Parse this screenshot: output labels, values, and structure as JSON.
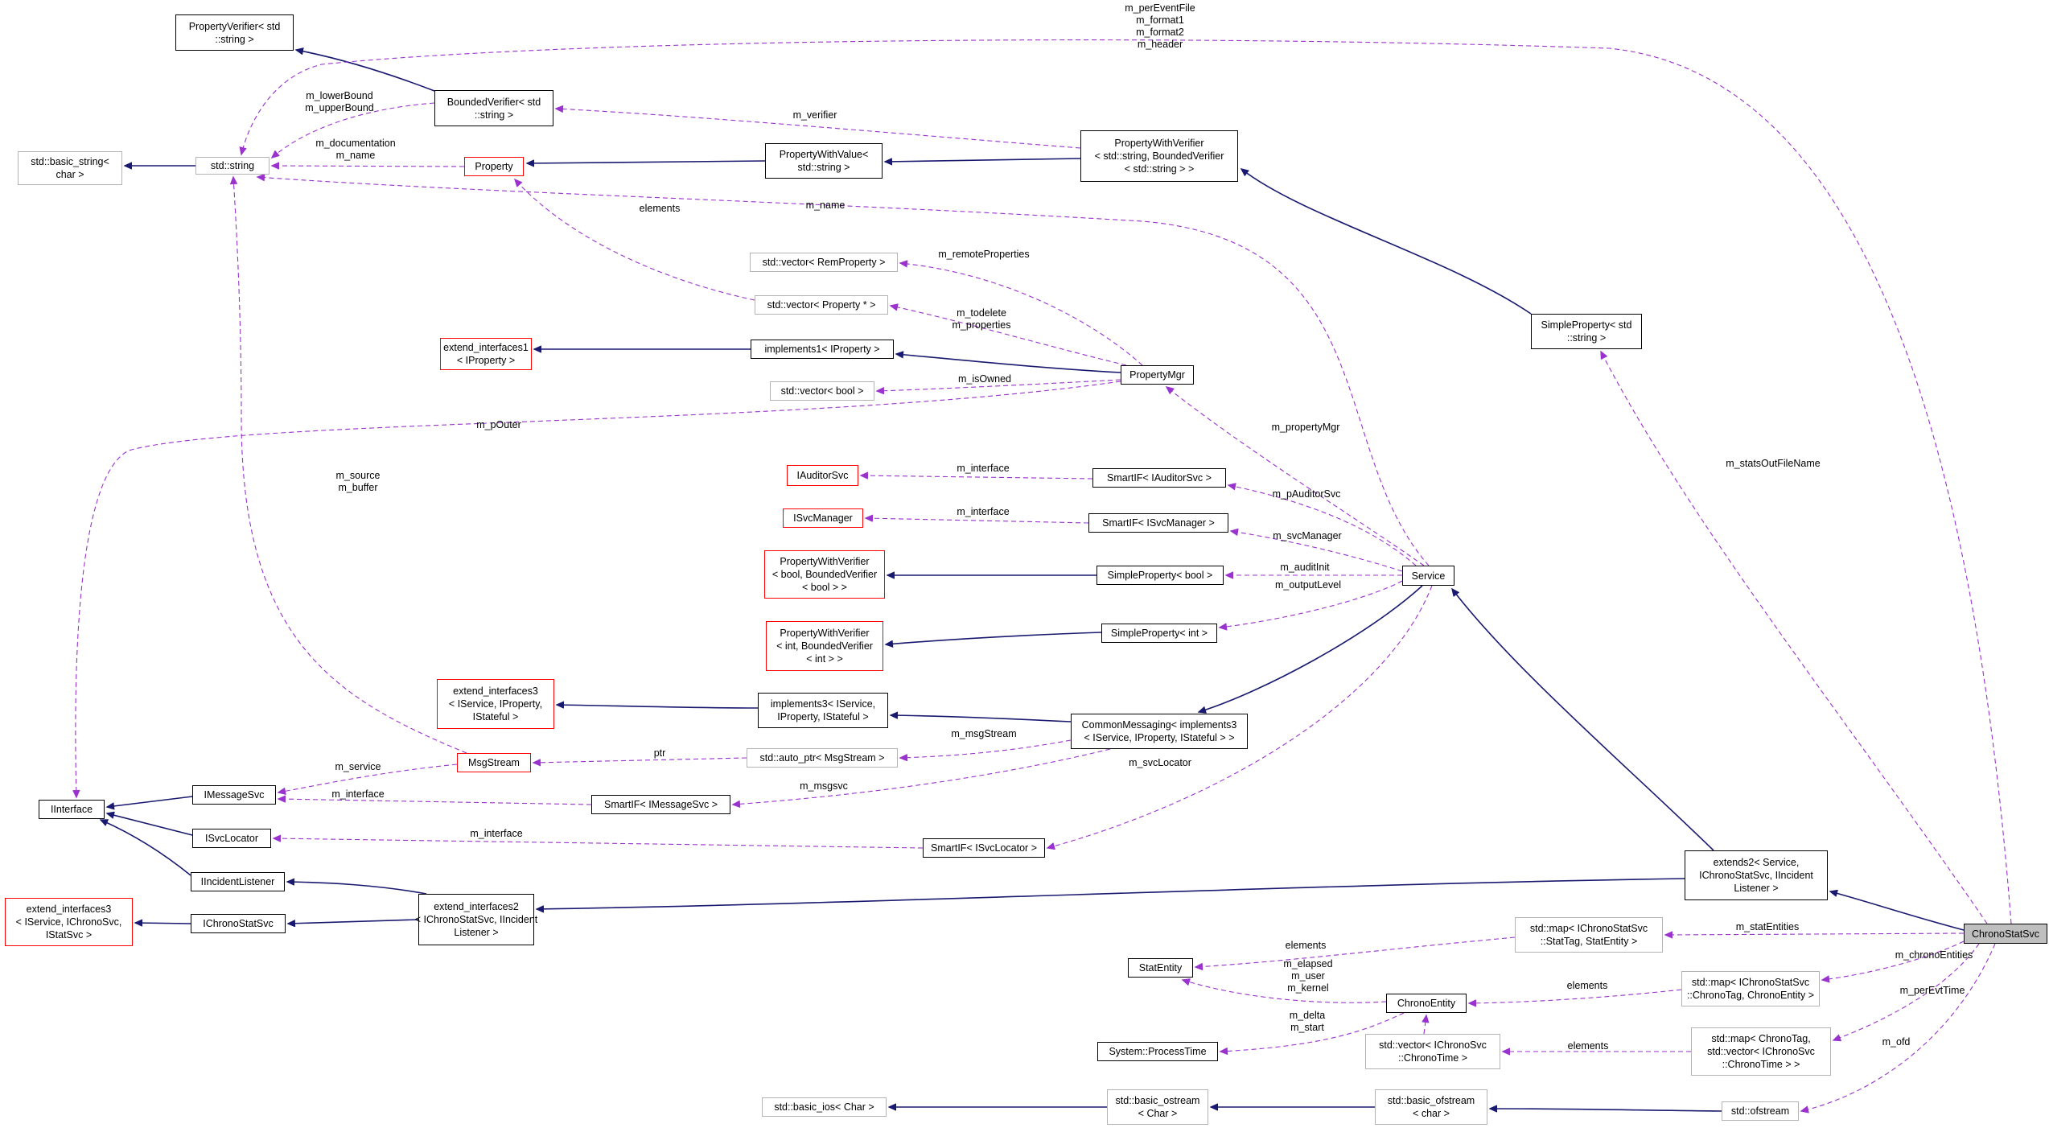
{
  "diagram": {
    "nodes": [
      {
        "id": "pv",
        "lines": [
          "PropertyVerifier< std",
          "::string >"
        ],
        "kind": "normal"
      },
      {
        "id": "bv",
        "lines": [
          "BoundedVerifier< std",
          "::string >"
        ],
        "kind": "normal"
      },
      {
        "id": "bs",
        "lines": [
          "std::basic_string<",
          "char >"
        ],
        "kind": "gray"
      },
      {
        "id": "ss",
        "lines": [
          "std::string"
        ],
        "kind": "gray"
      },
      {
        "id": "prop",
        "lines": [
          "Property"
        ],
        "kind": "red"
      },
      {
        "id": "pwvs",
        "lines": [
          "PropertyWithValue<",
          "std::string >"
        ],
        "kind": "normal"
      },
      {
        "id": "pwv",
        "lines": [
          "PropertyWithVerifier",
          "< std::string, BoundedVerifier",
          "< std::string > >"
        ],
        "kind": "normal"
      },
      {
        "id": "vrp",
        "lines": [
          "std::vector< RemProperty >"
        ],
        "kind": "gray"
      },
      {
        "id": "vpp",
        "lines": [
          "std::vector< Property * >"
        ],
        "kind": "gray"
      },
      {
        "id": "ei1",
        "lines": [
          "extend_interfaces1",
          "< IProperty >"
        ],
        "kind": "red"
      },
      {
        "id": "imp1",
        "lines": [
          "implements1< IProperty >"
        ],
        "kind": "normal"
      },
      {
        "id": "vb",
        "lines": [
          "std::vector< bool >"
        ],
        "kind": "gray"
      },
      {
        "id": "pm",
        "lines": [
          "PropertyMgr"
        ],
        "kind": "normal"
      },
      {
        "id": "sps",
        "lines": [
          "SimpleProperty< std",
          "::string >"
        ],
        "kind": "normal"
      },
      {
        "id": "ias",
        "lines": [
          "IAuditorSvc"
        ],
        "kind": "red"
      },
      {
        "id": "siias",
        "lines": [
          "SmartIF< IAuditorSvc >"
        ],
        "kind": "normal"
      },
      {
        "id": "isvm",
        "lines": [
          "ISvcManager"
        ],
        "kind": "red"
      },
      {
        "id": "siism",
        "lines": [
          "SmartIF< ISvcManager >"
        ],
        "kind": "normal"
      },
      {
        "id": "pwvb",
        "lines": [
          "PropertyWithVerifier",
          "< bool, BoundedVerifier",
          "< bool > >"
        ],
        "kind": "red"
      },
      {
        "id": "spb",
        "lines": [
          "SimpleProperty< bool >"
        ],
        "kind": "normal"
      },
      {
        "id": "svc",
        "lines": [
          "Service"
        ],
        "kind": "normal"
      },
      {
        "id": "pwvi",
        "lines": [
          "PropertyWithVerifier",
          "< int, BoundedVerifier",
          "< int > >"
        ],
        "kind": "red"
      },
      {
        "id": "spi",
        "lines": [
          "SimpleProperty< int >"
        ],
        "kind": "normal"
      },
      {
        "id": "ei3a",
        "lines": [
          "extend_interfaces3",
          "< IService, IProperty,",
          "IStateful >"
        ],
        "kind": "red"
      },
      {
        "id": "imp3",
        "lines": [
          "implements3< IService,",
          "IProperty, IStateful >"
        ],
        "kind": "normal"
      },
      {
        "id": "cm",
        "lines": [
          "CommonMessaging< implements3",
          "< IService, IProperty, IStateful > >"
        ],
        "kind": "normal"
      },
      {
        "id": "ms",
        "lines": [
          "MsgStream"
        ],
        "kind": "red"
      },
      {
        "id": "apms",
        "lines": [
          "std::auto_ptr< MsgStream >"
        ],
        "kind": "gray"
      },
      {
        "id": "iface",
        "lines": [
          "IInterface"
        ],
        "kind": "normal"
      },
      {
        "id": "ims",
        "lines": [
          "IMessageSvc"
        ],
        "kind": "normal"
      },
      {
        "id": "siims",
        "lines": [
          "SmartIF< IMessageSvc >"
        ],
        "kind": "normal"
      },
      {
        "id": "isl",
        "lines": [
          "ISvcLocator"
        ],
        "kind": "normal"
      },
      {
        "id": "siisl",
        "lines": [
          "SmartIF< ISvcLocator >"
        ],
        "kind": "normal"
      },
      {
        "id": "iil",
        "lines": [
          "IIncidentListener"
        ],
        "kind": "normal"
      },
      {
        "id": "ei3b",
        "lines": [
          "extend_interfaces3",
          "< IService, IChronoSvc,",
          "IStatSvc >"
        ],
        "kind": "red"
      },
      {
        "id": "icss",
        "lines": [
          "IChronoStatSvc"
        ],
        "kind": "normal"
      },
      {
        "id": "ei2",
        "lines": [
          "extend_interfaces2",
          "< IChronoStatSvc, IIncident",
          "Listener >"
        ],
        "kind": "normal"
      },
      {
        "id": "ext2",
        "lines": [
          "extends2< Service,",
          "IChronoStatSvc, IIncident",
          "Listener >"
        ],
        "kind": "normal"
      },
      {
        "id": "csvc",
        "lines": [
          "ChronoStatSvc"
        ],
        "kind": "focus"
      },
      {
        "id": "mst",
        "lines": [
          "std::map< IChronoStatSvc",
          "::StatTag, StatEntity >"
        ],
        "kind": "gray"
      },
      {
        "id": "se",
        "lines": [
          "StatEntity"
        ],
        "kind": "normal"
      },
      {
        "id": "mct",
        "lines": [
          "std::map< IChronoStatSvc",
          "::ChronoTag, ChronoEntity >"
        ],
        "kind": "gray"
      },
      {
        "id": "ce",
        "lines": [
          "ChronoEntity"
        ],
        "kind": "normal"
      },
      {
        "id": "spt",
        "lines": [
          "System::ProcessTime"
        ],
        "kind": "normal"
      },
      {
        "id": "vct",
        "lines": [
          "std::vector< IChronoSvc",
          "::ChronoTime >"
        ],
        "kind": "gray"
      },
      {
        "id": "mcv",
        "lines": [
          "std::map< ChronoTag,",
          "std::vector< IChronoSvc",
          "::ChronoTime > >"
        ],
        "kind": "gray"
      },
      {
        "id": "bios",
        "lines": [
          "std::basic_ios< Char >"
        ],
        "kind": "gray"
      },
      {
        "id": "bos",
        "lines": [
          "std::basic_ostream",
          "< Char >"
        ],
        "kind": "gray"
      },
      {
        "id": "bofs",
        "lines": [
          "std::basic_ofstream",
          "< char >"
        ],
        "kind": "gray"
      },
      {
        "id": "ofs",
        "lines": [
          "std::ofstream"
        ],
        "kind": "gray"
      }
    ],
    "edges": [
      {
        "from": "bv",
        "to": "pv",
        "type": "inherit",
        "label": []
      },
      {
        "from": "ss",
        "to": "bs",
        "type": "inherit",
        "label": []
      },
      {
        "from": "pwvs",
        "to": "prop",
        "type": "inherit",
        "label": []
      },
      {
        "from": "pwv",
        "to": "pwvs",
        "type": "inherit",
        "label": []
      },
      {
        "from": "sps",
        "to": "pwv",
        "type": "inherit",
        "label": []
      },
      {
        "from": "imp1",
        "to": "ei1",
        "type": "inherit",
        "label": []
      },
      {
        "from": "pm",
        "to": "imp1",
        "type": "inherit",
        "label": []
      },
      {
        "from": "spb",
        "to": "pwvb",
        "type": "inherit",
        "label": []
      },
      {
        "from": "spi",
        "to": "pwvi",
        "type": "inherit",
        "label": []
      },
      {
        "from": "imp3",
        "to": "ei3a",
        "type": "inherit",
        "label": []
      },
      {
        "from": "cm",
        "to": "imp3",
        "type": "inherit",
        "label": []
      },
      {
        "from": "svc",
        "to": "cm",
        "type": "inherit",
        "label": []
      },
      {
        "from": "ims",
        "to": "iface",
        "type": "inherit",
        "label": []
      },
      {
        "from": "isl",
        "to": "iface",
        "type": "inherit",
        "label": []
      },
      {
        "from": "iil",
        "to": "iface",
        "type": "inherit",
        "label": []
      },
      {
        "from": "icss",
        "to": "ei3b",
        "type": "inherit",
        "label": []
      },
      {
        "from": "ei2",
        "to": "icss",
        "type": "inherit",
        "label": []
      },
      {
        "from": "ei2",
        "to": "iil",
        "type": "inherit",
        "label": []
      },
      {
        "from": "ext2",
        "to": "ei2",
        "type": "inherit",
        "label": []
      },
      {
        "from": "ext2",
        "to": "svc",
        "type": "inherit",
        "label": []
      },
      {
        "from": "csvc",
        "to": "ext2",
        "type": "inherit",
        "label": []
      },
      {
        "from": "bos",
        "to": "bios",
        "type": "inherit",
        "label": []
      },
      {
        "from": "bofs",
        "to": "bos",
        "type": "inherit",
        "label": []
      },
      {
        "from": "ofs",
        "to": "bofs",
        "type": "inherit",
        "label": []
      },
      {
        "from": "bv",
        "to": "ss",
        "type": "use",
        "label": [
          "m_lowerBound",
          "m_upperBound"
        ]
      },
      {
        "from": "pwv",
        "to": "bv",
        "type": "use",
        "label": [
          "m_verifier"
        ]
      },
      {
        "from": "prop",
        "to": "ss",
        "type": "use",
        "label": [
          "m_documentation",
          "m_name"
        ]
      },
      {
        "from": "svc",
        "to": "ss",
        "type": "use",
        "label": [
          "m_name"
        ]
      },
      {
        "from": "vpp",
        "to": "prop",
        "type": "use",
        "label": [
          "elements"
        ]
      },
      {
        "from": "pm",
        "to": "vrp",
        "type": "use",
        "label": [
          "m_remoteProperties"
        ]
      },
      {
        "from": "pm",
        "to": "vpp",
        "type": "use",
        "label": [
          "m_todelete",
          "m_properties"
        ]
      },
      {
        "from": "pm",
        "to": "vb",
        "type": "use",
        "label": [
          "m_isOwned"
        ]
      },
      {
        "from": "pm",
        "to": "iface",
        "type": "use",
        "label": [
          "m_pOuter"
        ]
      },
      {
        "from": "svc",
        "to": "pm",
        "type": "use",
        "label": [
          "m_propertyMgr"
        ]
      },
      {
        "from": "siias",
        "to": "ias",
        "type": "use",
        "label": [
          "m_interface"
        ]
      },
      {
        "from": "svc",
        "to": "siias",
        "type": "use",
        "label": [
          "m_pAuditorSvc"
        ]
      },
      {
        "from": "siism",
        "to": "isvm",
        "type": "use",
        "label": [
          "m_interface"
        ]
      },
      {
        "from": "svc",
        "to": "siism",
        "type": "use",
        "label": [
          "m_svcManager"
        ]
      },
      {
        "from": "svc",
        "to": "spb",
        "type": "use",
        "label": [
          "m_auditInit"
        ]
      },
      {
        "from": "svc",
        "to": "spi",
        "type": "use",
        "label": [
          "m_outputLevel"
        ]
      },
      {
        "from": "svc",
        "to": "siisl",
        "type": "use",
        "label": [
          "m_svcLocator"
        ]
      },
      {
        "from": "ms",
        "to": "ss",
        "type": "use",
        "label": [
          "m_source",
          "m_buffer"
        ]
      },
      {
        "from": "ms",
        "to": "ims",
        "type": "use",
        "label": [
          "m_service"
        ]
      },
      {
        "from": "apms",
        "to": "ms",
        "type": "use",
        "label": [
          "ptr"
        ]
      },
      {
        "from": "cm",
        "to": "apms",
        "type": "use",
        "label": [
          "m_msgStream"
        ]
      },
      {
        "from": "cm",
        "to": "siims",
        "type": "use",
        "label": [
          "m_msgsvc"
        ]
      },
      {
        "from": "siims",
        "to": "ims",
        "type": "use",
        "label": [
          "m_interface"
        ]
      },
      {
        "from": "siisl",
        "to": "isl",
        "type": "use",
        "label": [
          "m_interface"
        ]
      },
      {
        "from": "csvc",
        "to": "ss",
        "type": "use",
        "label": [
          "m_perEventFile",
          "m_format1",
          "m_format2",
          "m_header"
        ]
      },
      {
        "from": "csvc",
        "to": "sps",
        "type": "use",
        "label": [
          "m_statsOutFileName"
        ]
      },
      {
        "from": "csvc",
        "to": "mst",
        "type": "use",
        "label": [
          "m_statEntities"
        ]
      },
      {
        "from": "mst",
        "to": "se",
        "type": "use",
        "label": [
          "elements"
        ]
      },
      {
        "from": "csvc",
        "to": "mct",
        "type": "use",
        "label": [
          "m_chronoEntities"
        ]
      },
      {
        "from": "mct",
        "to": "ce",
        "type": "use",
        "label": [
          "elements"
        ]
      },
      {
        "from": "ce",
        "to": "se",
        "type": "use",
        "label": [
          "m_elapsed",
          "m_user",
          "m_kernel"
        ]
      },
      {
        "from": "ce",
        "to": "spt",
        "type": "use",
        "label": [
          "m_delta",
          "m_start"
        ]
      },
      {
        "from": "vct",
        "to": "ce",
        "type": "use",
        "label": []
      },
      {
        "from": "mcv",
        "to": "vct",
        "type": "use",
        "label": [
          "elements"
        ]
      },
      {
        "from": "csvc",
        "to": "mcv",
        "type": "use",
        "label": [
          "m_perEvtTime"
        ]
      },
      {
        "from": "csvc",
        "to": "ofs",
        "type": "use",
        "label": [
          "m_ofd"
        ]
      }
    ],
    "colors": {
      "inherit": "#191970",
      "use": "#9a32cd",
      "red_border": "#ff0000",
      "gray_border": "#b3b3b3",
      "focus_fill": "#bfbfbf"
    }
  }
}
